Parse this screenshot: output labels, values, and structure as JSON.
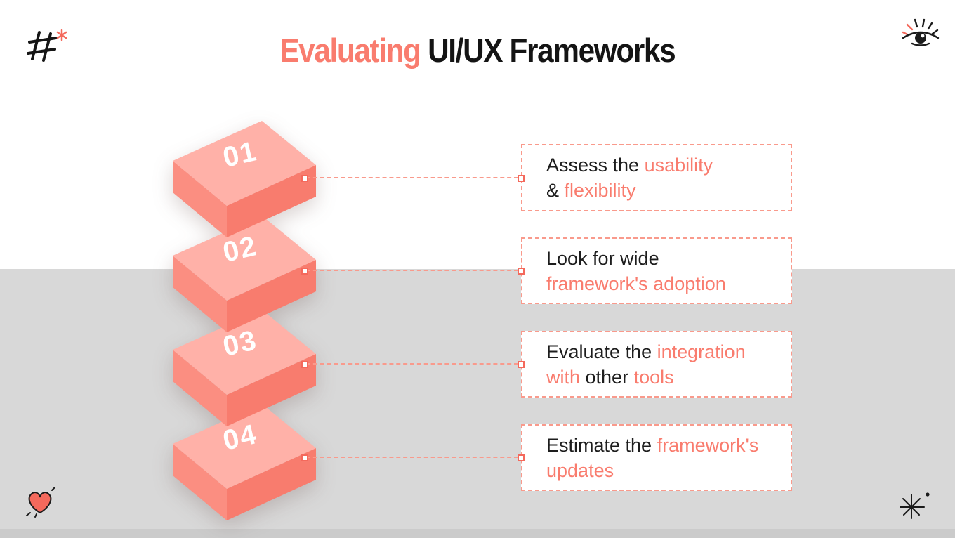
{
  "title": {
    "accent": "Evaluating",
    "rest": " UI/UX Frameworks"
  },
  "steps": [
    {
      "number": "01",
      "lines": [
        [
          {
            "text": "Assess the "
          },
          {
            "text": "usability",
            "accent": true
          }
        ],
        [
          {
            "text": "& "
          },
          {
            "text": "flexibility",
            "accent": true
          }
        ]
      ]
    },
    {
      "number": "02",
      "lines": [
        [
          {
            "text": "Look for wide"
          }
        ],
        [
          {
            "text": "framework's adoption",
            "accent": true
          }
        ]
      ]
    },
    {
      "number": "03",
      "lines": [
        [
          {
            "text": "Evaluate the "
          },
          {
            "text": "integration",
            "accent": true
          }
        ],
        [
          {
            "text": "with",
            "accent": true
          },
          {
            "text": " other "
          },
          {
            "text": "tools",
            "accent": true
          }
        ]
      ]
    },
    {
      "number": "04",
      "lines": [
        [
          {
            "text": "Estimate the "
          },
          {
            "text": "framework's",
            "accent": true
          }
        ],
        [
          {
            "text": "updates",
            "accent": true
          }
        ]
      ]
    }
  ],
  "colors": {
    "accent": "#F97C6E",
    "box_top": "#FFB1A8",
    "box_front_left": "#FB8E81",
    "box_front_right": "#F87C6E",
    "dashed": "#F99A8C",
    "gray_band": "#D8D8D8",
    "text": "#1D1D1D",
    "number": "#FFFFFF"
  },
  "decorations": {
    "top_left": "asterisk-doodle",
    "top_right": "eye-doodle",
    "bottom_left": "heart-doodle",
    "bottom_right": "sparkle-doodle"
  }
}
